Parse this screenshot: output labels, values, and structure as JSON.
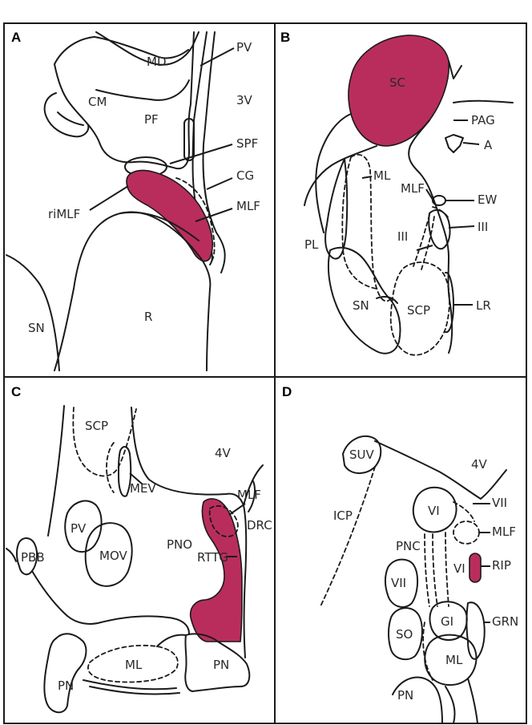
{
  "colors": {
    "highlight": "#b92d5d",
    "line": "#1a1a1a",
    "background": "#ffffff"
  },
  "panels": {
    "A": {
      "letter": "A",
      "labels": {
        "md": "MD",
        "pv": "PV",
        "cm": "CM",
        "pf": "PF",
        "v3": "3V",
        "spf": "SPF",
        "cg": "CG",
        "rimlf": "riMLF",
        "mlf": "MLF",
        "r": "R",
        "sn": "SN"
      }
    },
    "B": {
      "letter": "B",
      "labels": {
        "sc": "SC",
        "pag": "PAG",
        "a": "A",
        "ml": "ML",
        "mlf": "MLF",
        "ew": "EW",
        "iii_right": "III",
        "pl": "PL",
        "iii_center": "III",
        "sn": "SN",
        "scp": "SCP",
        "lr": "LR"
      }
    },
    "C": {
      "letter": "C",
      "labels": {
        "scp": "SCP",
        "v4": "4V",
        "mev": "MEV",
        "mlf": "MLF",
        "drc": "DRC",
        "pv": "PV",
        "mov": "MOV",
        "pno": "PNO",
        "pbb": "PBB",
        "rttg": "RTTG",
        "ml": "ML",
        "pn_left": "PN",
        "pn_right": "PN"
      }
    },
    "D": {
      "letter": "D",
      "labels": {
        "suv": "SUV",
        "v4": "4V",
        "icp": "ICP",
        "vi_top": "VI",
        "vii_right": "VII",
        "mlf": "MLF",
        "pnc": "PNC",
        "vi_mid": "VI",
        "rip": "RIP",
        "vii_left": "VII",
        "gi": "GI",
        "grn": "GRN",
        "so": "SO",
        "ml": "ML",
        "pn": "PN"
      }
    }
  }
}
